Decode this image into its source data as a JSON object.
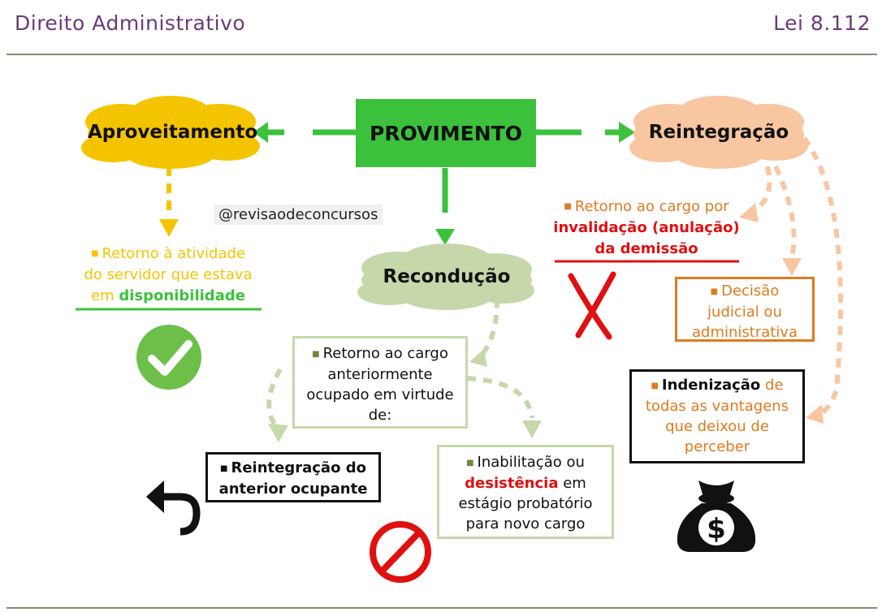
{
  "header": {
    "left_title": "Direito Administrativo",
    "right_title": "Lei 8.112"
  },
  "center": {
    "label": "PROVIMENTO"
  },
  "watermark": "@revisaodeconcursos",
  "aproveitamento": {
    "label": "Aproveitamento",
    "desc_1": "Retorno à atividade",
    "desc_2": "do servidor que estava",
    "desc_3_pre": "em ",
    "desc_3_hl": "disponibilidade",
    "result_icon": "check-circle-icon"
  },
  "reconducao": {
    "label": "Recondução",
    "desc_1": "Retorno ao cargo",
    "desc_2": "anteriormente",
    "desc_3": "ocupado em virtude",
    "desc_4": "de:",
    "case_a_1": "Reintegração do",
    "case_a_2": "anterior ocupante",
    "case_a_icon": "undo-arrow-icon",
    "case_b_1": "Inabilitação ou",
    "case_b_hl": "desistência",
    "case_b_2": " em",
    "case_b_3": "estágio probatório",
    "case_b_4": "para novo cargo",
    "case_b_icon": "prohibited-icon"
  },
  "reintegracao": {
    "label": "Reintegração",
    "desc_1": "Retorno ao cargo por",
    "desc_2": "invalidação (anulação)",
    "desc_3": "da demissão",
    "result_icon": "red-x-icon",
    "decisao_1": "Decisão",
    "decisao_2": "judicial ou",
    "decisao_3": "administrativa",
    "inden_hl": "Indenização",
    "inden_1": " de",
    "inden_2": "todas as vantagens",
    "inden_3": "que deixou de",
    "inden_4": "perceber",
    "inden_icon": "money-bag-icon"
  },
  "colors": {
    "green": "#3cc13c",
    "yellow": "#f5c400",
    "orange_cloud": "#f8c6a0",
    "orange_text": "#e07a1f",
    "red": "#e01010",
    "sage": "#c6d8aa",
    "purple": "#6a3a7a"
  }
}
